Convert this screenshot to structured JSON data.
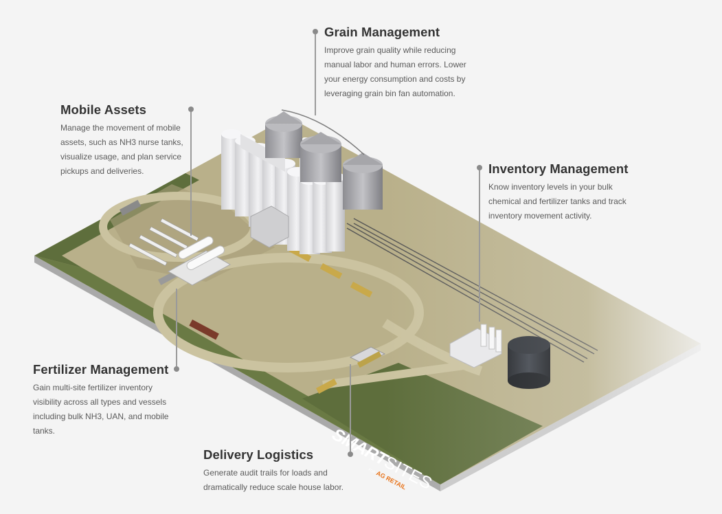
{
  "callouts": {
    "grain": {
      "title": "Grain Management",
      "body": "Improve grain quality while reducing manual labor and human errors. Lower your energy consumption and costs by leveraging grain bin fan automation."
    },
    "mobile": {
      "title": "Mobile Assets",
      "body": "Manage the movement of mobile assets, such as NH3 nurse tanks, visualize usage, and plan service pickups and deliveries."
    },
    "inventory": {
      "title": "Inventory Management",
      "body": "Know inventory levels in your bulk chemical and fertilizer tanks and track inventory movement activity."
    },
    "fertilizer": {
      "title": "Fertilizer Management",
      "body": "Gain multi-site fertilizer inventory visibility across all types and vessels including bulk NH3, UAN, and mobile tanks."
    },
    "delivery": {
      "title": "Delivery Logistics",
      "body": "Generate audit trails for loads and dramatically reduce scale house labor."
    }
  },
  "logo": {
    "word_smart": "SMART",
    "word_sites": "SITES",
    "for": "FOR",
    "tagline": "AG RETAIL"
  },
  "colors": {
    "background": "#f4f4f4",
    "field_green": "#5e6e3c",
    "ground": "#b9b08a",
    "road": "#cbc3a0",
    "logo_orange": "#e8731a",
    "leader_gray": "#9a9a9a"
  }
}
